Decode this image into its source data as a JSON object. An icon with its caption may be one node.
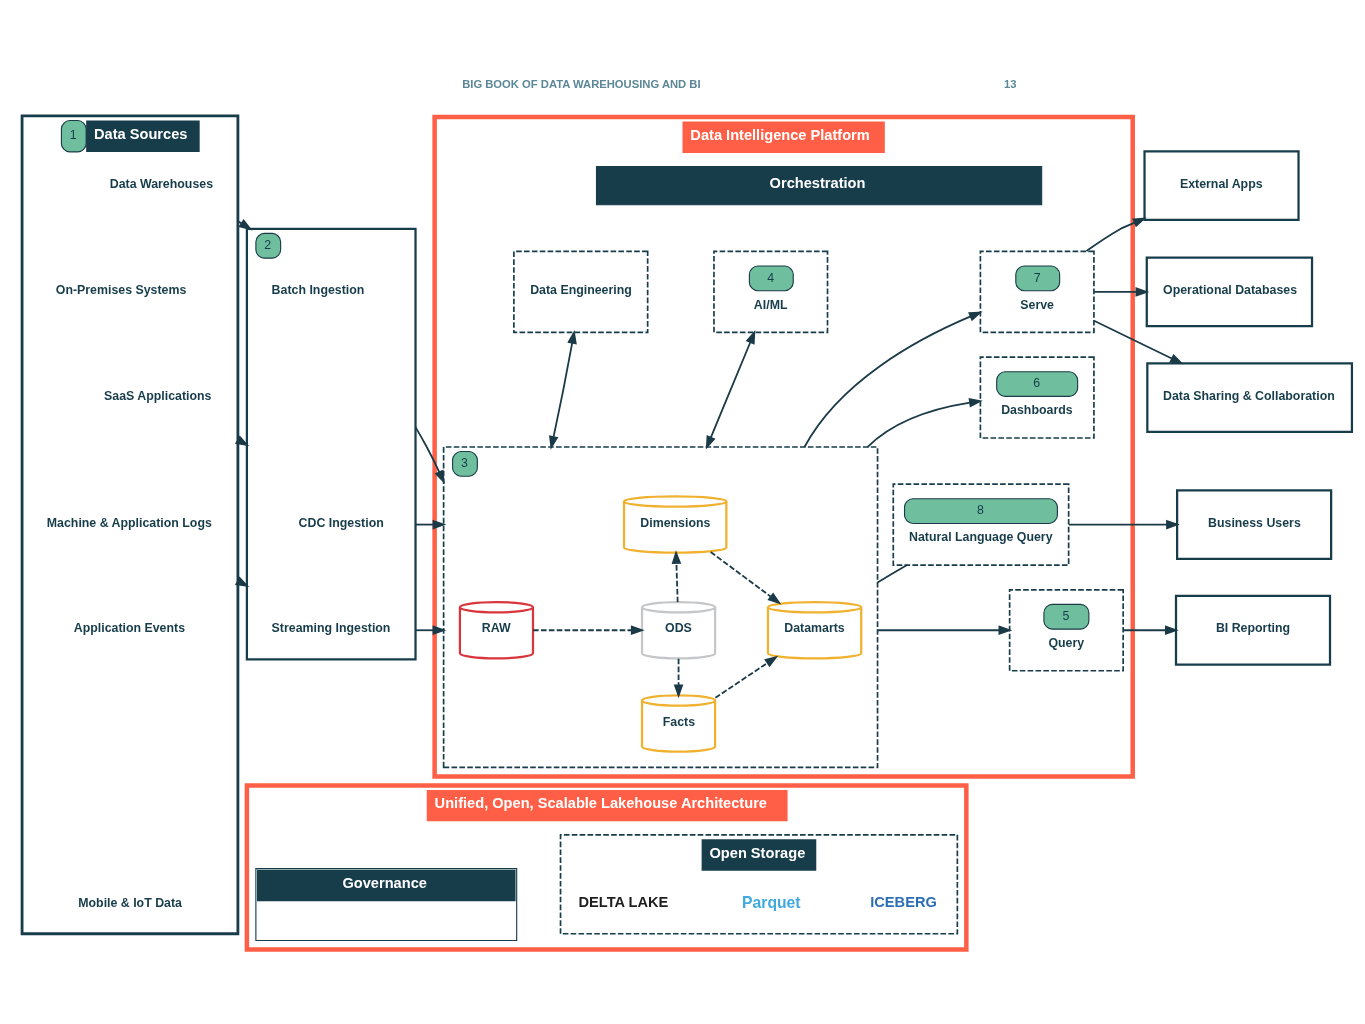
{
  "diagram": {
    "nodes": [
      {
        "text": [
          "1",
          "Data Sources"
        ]
      },
      {
        "text": [
          "Data Warehouses"
        ],
        "in": 0
      },
      {
        "text": [
          "On-Premises Systems"
        ],
        "in": 0
      },
      {
        "text": [
          "SaaS Applications"
        ],
        "in": 0
      },
      {
        "text": [
          "Machine & Application Logs"
        ],
        "in": 0
      },
      {
        "text": [
          "Application Events"
        ],
        "in": 0
      },
      {
        "text": [
          "Mobile & IoT Data"
        ],
        "in": 0
      },
      {
        "text": [
          "Data Intelligence Platform"
        ]
      },
      {
        "text": [
          "Orchestration"
        ],
        "in": 7
      },
      {
        "text": [
          "2"
        ]
      },
      {
        "text": [
          "Batch Ingestion"
        ],
        "in": 9
      },
      {
        "text": [
          "CDC Ingestion"
        ],
        "in": 9
      },
      {
        "text": [
          "Streaming Ingestion"
        ],
        "in": 9
      },
      {
        "text": [
          "Data Engineering"
        ],
        "in": 7
      },
      {
        "text": [
          "4",
          "AI/ML"
        ],
        "in": 7
      },
      {
        "text": [
          "3"
        ],
        "in": 7
      },
      {
        "text": [
          "RAW"
        ],
        "in": 15
      },
      {
        "text": [
          "ODS"
        ],
        "in": 15
      },
      {
        "text": [
          "Dimensions"
        ],
        "in": 15
      },
      {
        "text": [
          "Facts"
        ],
        "in": 15
      },
      {
        "text": [
          "Datamarts"
        ],
        "in": 15
      },
      {
        "text": [
          "7",
          "Serve"
        ],
        "in": 7
      },
      {
        "text": [
          "6",
          "Dashboards"
        ],
        "in": 7
      },
      {
        "text": [
          "5",
          "Query"
        ],
        "in": 7
      },
      {
        "text": [
          "8",
          "Natural Language Query"
        ],
        "in": 7
      },
      {
        "text": [
          "External Apps"
        ]
      },
      {
        "text": [
          "Operational Databases"
        ]
      },
      {
        "text": [
          "Data Sharing & Collaboration"
        ]
      },
      {
        "text": [
          "Business Users"
        ]
      },
      {
        "text": [
          "BI Reporting"
        ]
      },
      {
        "text": [
          "Unified, Open, Scalable Lakehouse Architecture"
        ]
      },
      {
        "text": [
          "Governance"
        ],
        "in": 30
      },
      {
        "text": [
          "Open Storage"
        ],
        "in": 30
      }
    ],
    "edges": [
      {
        "from": 0,
        "to": 9,
        "arrow": "to"
      },
      {
        "from": 0,
        "to": 9,
        "arrow": "to"
      },
      {
        "from": 0,
        "to": 9,
        "arrow": "to"
      },
      {
        "from": 9,
        "to": 15,
        "arrow": "to"
      },
      {
        "from": 9,
        "to": 15,
        "arrow": "to"
      },
      {
        "from": 9,
        "to": 15,
        "arrow": "to"
      },
      {
        "from": 13,
        "to": 15,
        "arrow": "both"
      },
      {
        "from": 14,
        "to": 15,
        "arrow": "both"
      },
      {
        "from": 16,
        "to": 17,
        "arrow": "to",
        "style": "dashed"
      },
      {
        "from": 17,
        "to": 18,
        "arrow": "to",
        "style": "dashed"
      },
      {
        "from": 17,
        "to": 19,
        "arrow": "to",
        "style": "dashed"
      },
      {
        "from": 18,
        "to": 20,
        "arrow": "to",
        "style": "dashed"
      },
      {
        "from": 19,
        "to": 20,
        "arrow": "to",
        "style": "dashed"
      },
      {
        "from": 15,
        "to": 21,
        "arrow": "to"
      },
      {
        "from": 15,
        "to": 22,
        "arrow": "to"
      },
      {
        "from": 15,
        "to": 23,
        "arrow": "to"
      },
      {
        "from": 15,
        "to": 24,
        "arrow": "none"
      },
      {
        "from": 21,
        "to": 25,
        "arrow": "to"
      },
      {
        "from": 21,
        "to": 26,
        "arrow": "to"
      },
      {
        "from": 21,
        "to": 27,
        "arrow": "to"
      },
      {
        "from": 24,
        "to": 28,
        "arrow": "to"
      },
      {
        "from": 23,
        "to": 29,
        "arrow": "to"
      }
    ],
    "labels": [
      "BIG BOOK OF DATA WAREHOUSING AND BI",
      "13",
      "DELTA LAKE",
      "Parquet",
      "ICEBERG"
    ]
  }
}
